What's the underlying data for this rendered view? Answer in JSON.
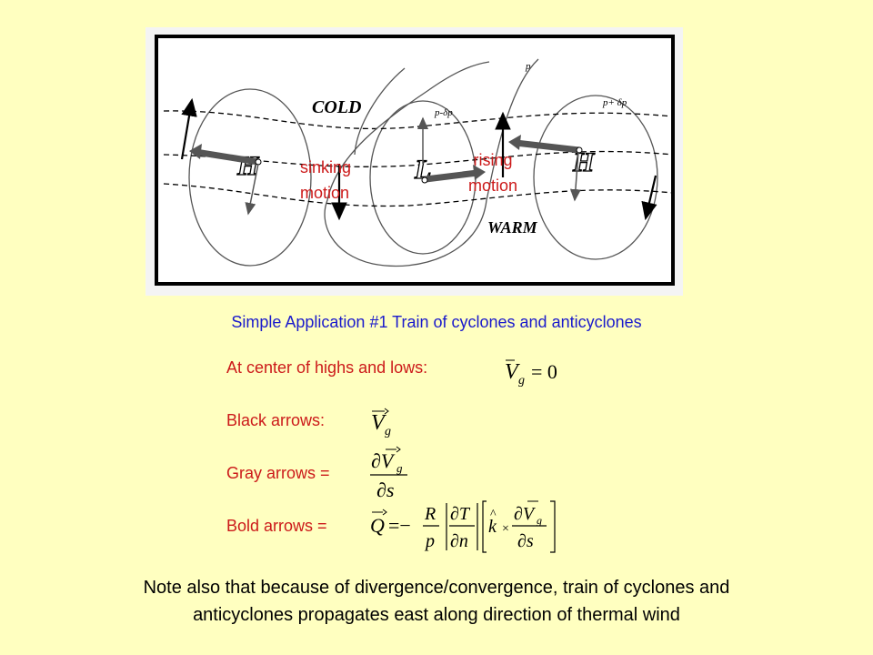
{
  "diagram": {
    "cold_label": "COLD",
    "warm_label": "WARM",
    "sinking_text": [
      "sinking",
      "motion"
    ],
    "rising_text": [
      "rising",
      "motion"
    ],
    "centers": [
      "H",
      "L",
      "H"
    ],
    "isobar_labels": {
      "p": "p",
      "p_minus": "p-δp",
      "p_plus": "p+ δp"
    }
  },
  "caption": "Simple Application #1  Train of cyclones and anticyclones",
  "rows": {
    "center_label": "At center of highs and lows:",
    "black_label": "Black arrows:",
    "gray_label": "Gray arrows =",
    "bold_label": "Bold arrows ="
  },
  "equations": {
    "vg_zero": "V_g = 0",
    "vg": "V_g",
    "gray": "∂V_g / ∂s",
    "bold": "Q = −(R/p) |∂T/∂n| [k × ∂V_g/∂s]"
  },
  "note": [
    "Note also that because of divergence/convergence, train of cyclones and",
    "anticyclones propagates east along direction of thermal wind"
  ],
  "colors": {
    "background": "#ffffc0",
    "caption": "#1a1acc",
    "labels": "#cc1a1a"
  }
}
